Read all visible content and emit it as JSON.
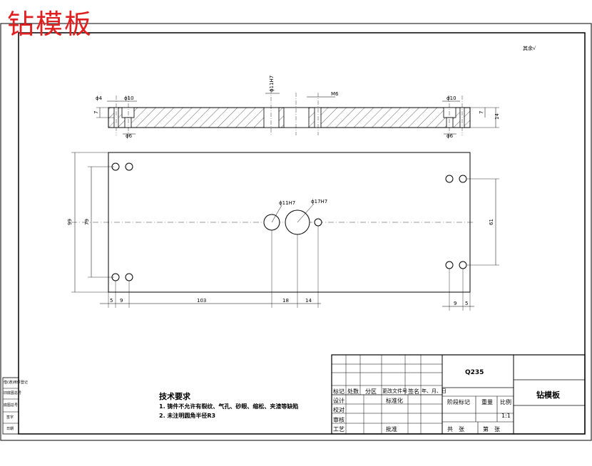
{
  "title": "钻模板",
  "roughness_note": "其余√",
  "section_dims": {
    "d4": "ϕ4",
    "d10_left": "ϕ10",
    "d11h7": "ϕ11H7",
    "m6": "M6",
    "d10_right": "ϕ10",
    "d6_left": "ϕ6",
    "d6_right": "ϕ6",
    "h7_left": "7",
    "h7_right": "7",
    "thk14": "14"
  },
  "plan_dims": {
    "h99": "99",
    "h79": "79",
    "h61": "61",
    "d11h7": "ϕ11H7",
    "d17h7": "ϕ17H7",
    "b5_left": "5",
    "b9_left": "9",
    "b103": "103",
    "b18": "18",
    "b14": "14",
    "b9_right": "9",
    "b5_right": "5"
  },
  "tech_req": {
    "heading": "技术要求",
    "line1": "1. 铸件不允许有裂纹、气孔、砂眼、缩松、夹渣等缺陷",
    "line2": "2. 未注明圆角半径R3"
  },
  "title_block": {
    "material": "Q235",
    "part_name": "钻模板",
    "row_labels": [
      "标记",
      "处数",
      "分区",
      "更改文件号",
      "签名",
      "年、月、日"
    ],
    "design": "设计",
    "standardization": "标准化",
    "stage_mark": "阶段标记",
    "weight": "重量",
    "scale_label": "比例",
    "scale_value": "1:1",
    "check": "审核",
    "process": "工艺",
    "approve": "批准",
    "proofread": "校对",
    "sheets_total": "共　张",
    "sheet_no": "第　张"
  },
  "side_strip": [
    "借(通)用件登记",
    "旧底图总号",
    "底图总号",
    "签字",
    "日期"
  ]
}
